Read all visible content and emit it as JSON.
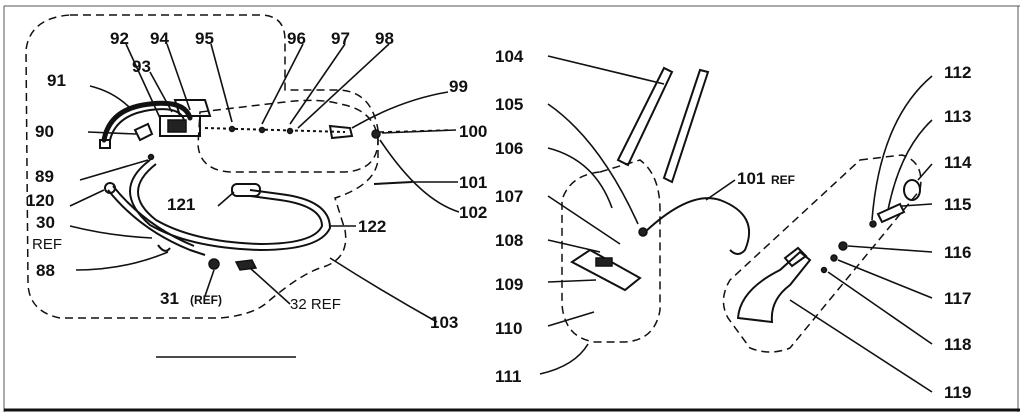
{
  "labels": {
    "l91": "91",
    "l92": "92",
    "l93": "93",
    "l94": "94",
    "l95": "95",
    "l96": "96",
    "l97": "97",
    "l98": "98",
    "l99": "99",
    "l90": "90",
    "l89": "89",
    "l120": "120",
    "l30": "30",
    "l30ref": "REF",
    "l88": "88",
    "l121": "121",
    "l122": "122",
    "l31": "31",
    "l31ref": "(REF)",
    "l32": "32 REF",
    "l100": "100",
    "l101": "101",
    "l102": "102",
    "l103": "103",
    "l104": "104",
    "l105": "105",
    "l106": "106",
    "l107": "107",
    "l108": "108",
    "l109": "109",
    "l110": "110",
    "l111": "111",
    "l101refnum": "101",
    "l101refref": "REF",
    "l112": "112",
    "l113": "113",
    "l114": "114",
    "l115": "115",
    "l116": "116",
    "l117": "117",
    "l118": "118",
    "l119": "119"
  }
}
